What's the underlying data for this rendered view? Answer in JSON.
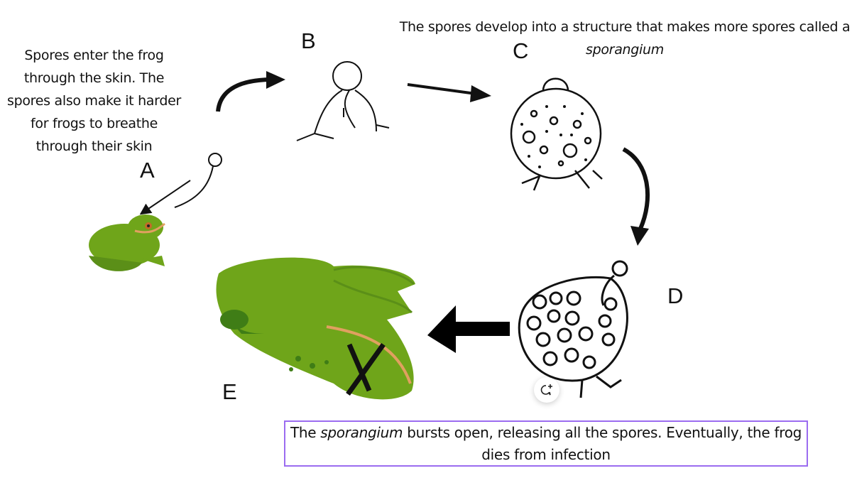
{
  "notes": {
    "stage_a": "Spores enter the frog through the skin. The spores also make it harder for frogs to breathe through their skin",
    "stage_c_prefix": "The spores develop into a structure that makes more spores called a ",
    "stage_c_term": "sporangium",
    "stage_e_prefix": "The ",
    "stage_e_term": "sporangium",
    "stage_e_suffix": " bursts open, releasing all the spores. Eventually, the frog dies from infection"
  },
  "labels": {
    "a": "A",
    "b": "B",
    "c": "C",
    "d": "D",
    "e": "E"
  },
  "colors": {
    "frog_green": "#6fa51a",
    "frog_dark": "#3f7d16",
    "highlight_border": "#9b6cf0"
  },
  "icons": {
    "comment": "add-comment-icon"
  }
}
